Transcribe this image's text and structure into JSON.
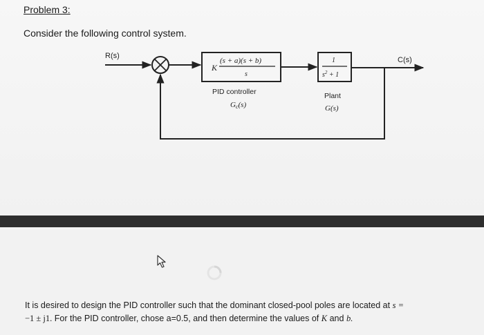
{
  "problem": {
    "heading": "Problem 3:"
  },
  "intro": "Consider the following control system.",
  "diagram": {
    "input_label": "R(s)",
    "output_label": "C(s)",
    "controller": {
      "gain": "K",
      "numerator": "(s + a)(s + b)",
      "denominator": "s",
      "caption": "PID controller",
      "symbol": "G",
      "symbol_sub": "c",
      "symbol_arg": "(s)"
    },
    "plant": {
      "numerator": "1",
      "denominator": "s",
      "denominator_power": "2",
      "denominator_rest": " + 1",
      "caption": "Plant",
      "symbol": "G(s)"
    }
  },
  "statement": {
    "line1": "It is desired to design the PID controller such that the dominant closed-pool poles are located at",
    "line1_math": "s =",
    "line2_math": "−1 ± j1.",
    "line2": "For the PID controller, chose a=0.5, and then determine the values of",
    "line2_k": "K",
    "line2_and": "and",
    "line2_b": "b.",
    "colors": {
      "text": "#1a1a1a",
      "divider": "#2e2e2e"
    }
  },
  "icons": {
    "cursor": "mouse-pointer-icon",
    "busy": "loading-ring-icon"
  }
}
